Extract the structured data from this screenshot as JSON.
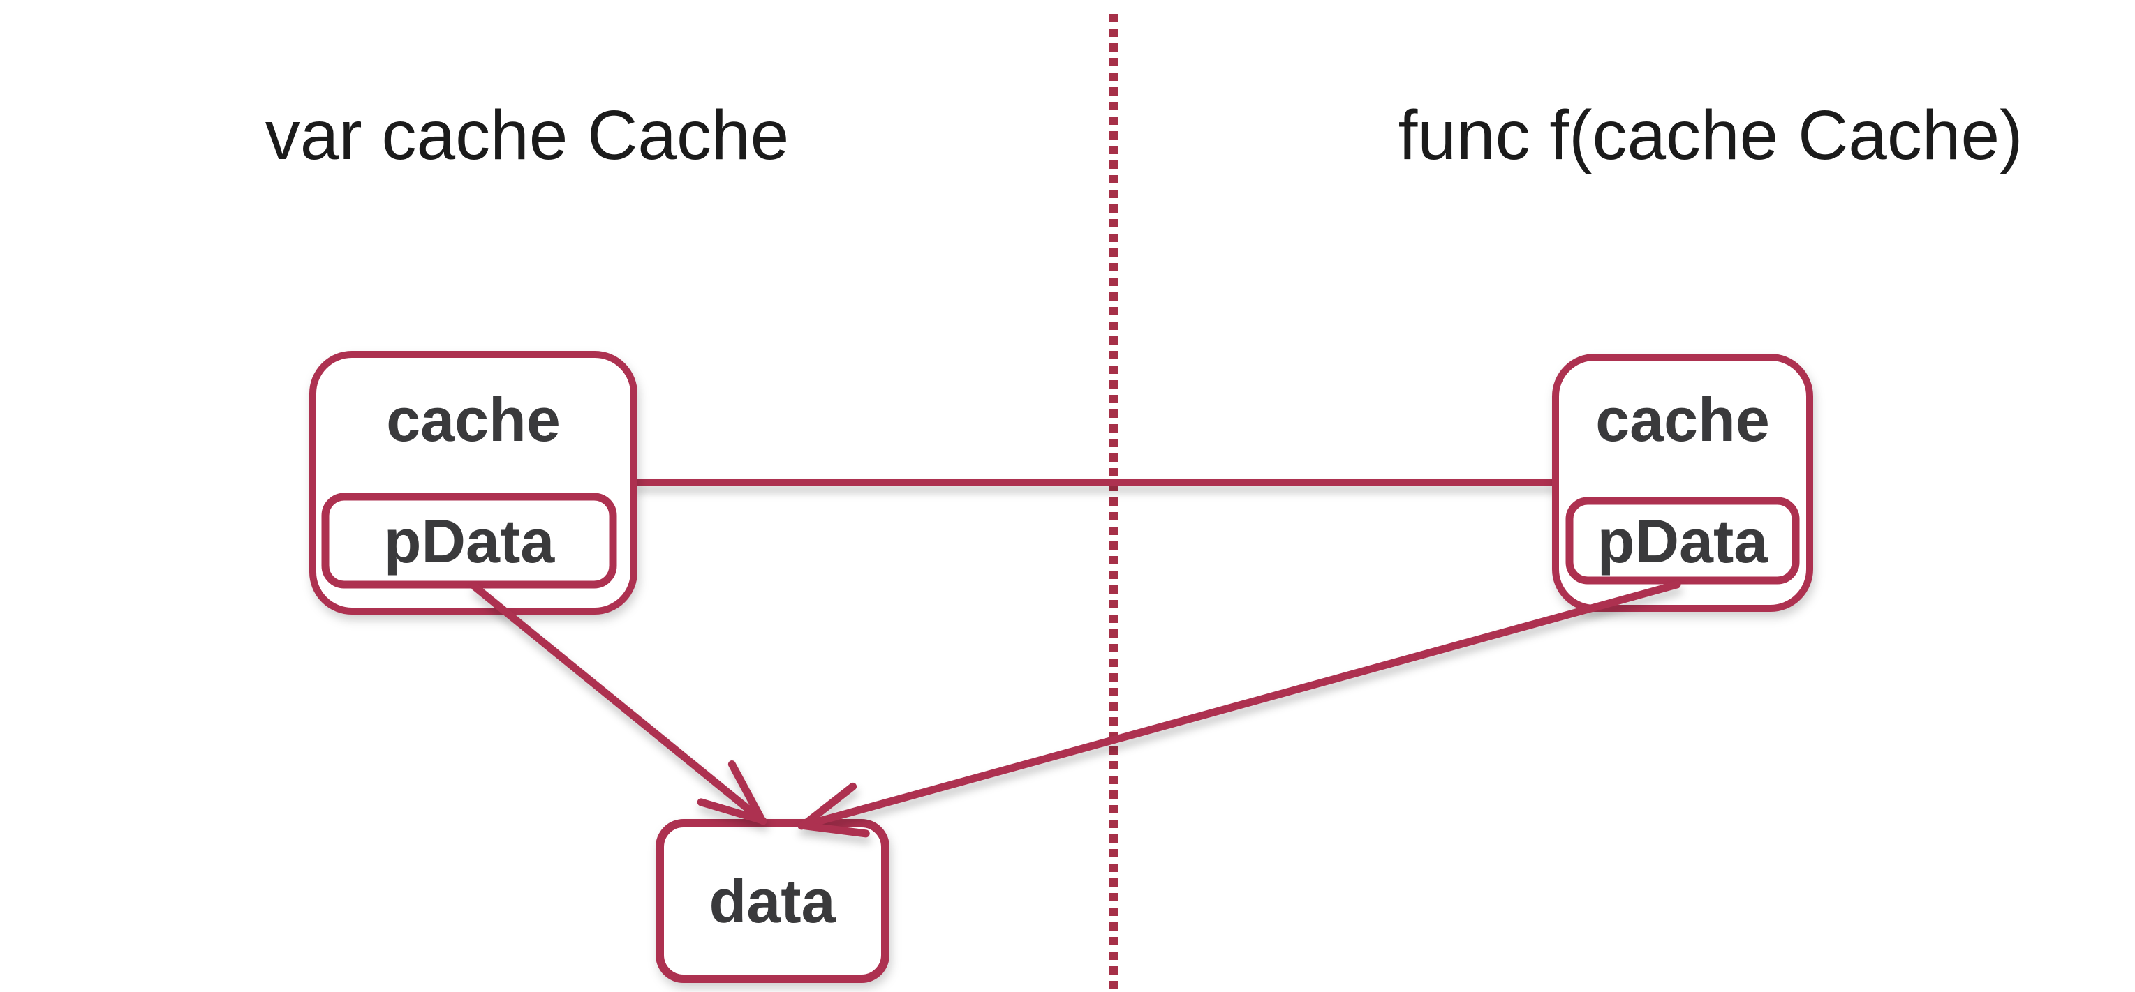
{
  "colors": {
    "accent": "#ad3150",
    "divider": "#a63048",
    "box_fill": "#ffffff",
    "label_text": "#3a3a3c",
    "title_text": "#1b1b1b",
    "background": "#ffffff"
  },
  "left_scope": {
    "title": "var cache Cache",
    "cache_box": {
      "label": "cache",
      "pdata_box": {
        "label": "pData"
      }
    }
  },
  "right_scope": {
    "title": "func f(cache Cache)",
    "cache_box": {
      "label": "cache",
      "pdata_box": {
        "label": "pData"
      }
    }
  },
  "data_box": {
    "label": "data"
  }
}
